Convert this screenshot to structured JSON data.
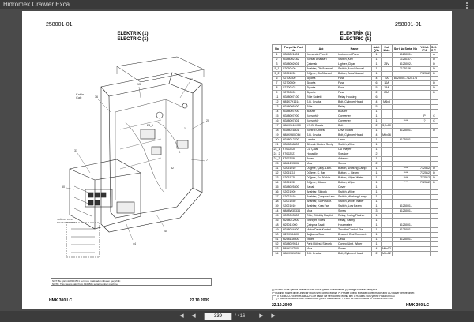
{
  "window": {
    "title": "Hidromek Crawler Exca..."
  },
  "left_page": {
    "doc_number": "258001-01",
    "title_tr": "ELEKTRİK (1)",
    "title_en": "ELECTRIC (1)",
    "cab_label": "Kabin\nCab",
    "note": "NOT: Bu görüntü 8104501 seri nolu makinadan itibaren geçerlidir.\nNOTE: This view is valid from 8104501 serial number machine.",
    "side_note": "SAĞ YAN PANO\nRIGHT SIDE PANEL",
    "footer_model": "HMK 300 LC",
    "footer_date": "22.10.2009"
  },
  "right_page": {
    "doc_number": "258001-01",
    "title_tr": "ELEKTRİK (1)",
    "title_en": "ELECTRIC (1)",
    "headers": [
      "No",
      "Parça No\nPart No",
      "Adı",
      "Name",
      "Adet\nQ'ty",
      "Not\nNote",
      "Seri No\nSerial No",
      "Y. Kul.\nICA",
      "S.K.\nS.C."
    ],
    "rows": [
      [
        "1",
        "H348021801",
        "Kumanda Paneli",
        "Instrument Panel",
        "1",
        "",
        "8125001-",
        "",
        "A"
      ],
      [
        "2",
        "H348002182",
        "Kontak Anahtarı",
        "Switch, Key",
        "1",
        "",
        "7125157-",
        "",
        "D"
      ],
      [
        "3",
        "H348002601",
        "Çakmak",
        "Lighter, Cigar",
        "1",
        "24V",
        "8125002-",
        "",
        "D"
      ],
      [
        "5_1",
        "S2050400",
        "Anahtar, Oto/Manuel",
        "Switch, Auto/Manuel",
        "1",
        "",
        "7125126-",
        "",
        "D"
      ],
      [
        "5_2",
        "S2051230",
        "Düğme, Oto/Manuel",
        "Button, Auto/Manuel",
        "1",
        "",
        "",
        "7125126",
        "D"
      ],
      [
        "6",
        "S2700300",
        "Sigorta",
        "Fuse",
        "4",
        "5A",
        "8125001-7125176",
        "",
        ""
      ],
      [
        "7",
        "S2700500",
        "Sigorta",
        "Fuse",
        "6",
        "10A",
        "",
        "",
        "D"
      ],
      [
        "8",
        "S2700103",
        "Sigorta",
        "Fuse",
        "5",
        "15A",
        "",
        "",
        "D"
      ],
      [
        "9",
        "S2700200",
        "Sigorta",
        "Fuse",
        "2",
        "20A",
        "",
        "",
        "D"
      ],
      [
        "11",
        "H348007100",
        "Röle Soketi",
        "Relay Housing",
        "6",
        "",
        "",
        "",
        ""
      ],
      [
        "12",
        "H81X7X1614",
        "S.B. Cıvata",
        "Bolt, Cylinder Head",
        "4",
        "M4x8",
        "",
        "",
        ""
      ],
      [
        "13",
        "H348005400",
        "Röle",
        "Relay",
        "5",
        "",
        "",
        "",
        ""
      ],
      [
        "14",
        "H348007200",
        "Buzzer",
        "Buzzer",
        "1",
        "",
        "",
        "",
        ""
      ],
      [
        "15",
        "H348007200",
        "Konvertör",
        "Converter",
        "1",
        "",
        "",
        "P",
        "C"
      ],
      [
        "16",
        "H348007301",
        "Konvertör",
        "Converter",
        "1",
        "",
        "****",
        "?",
        "C"
      ],
      [
        "17",
        "H84X1110X00",
        "Y.S.B. Cıvata",
        "Bolt",
        "2",
        "3,5x10",
        "",
        "",
        ""
      ],
      [
        "18",
        "H348016801",
        "Kontrol Ünitesi",
        "Drive Board",
        "1",
        "",
        "8125001-",
        "",
        "D"
      ],
      [
        "19",
        "H84X950 Olld",
        "S.B. Cıvata",
        "Bolt, Cylinder Head",
        "4",
        "M6x16",
        "",
        "",
        ""
      ],
      [
        "20",
        "H348012700",
        "Lamba",
        "Lamp",
        "1",
        "",
        "8125001-",
        "",
        ""
      ],
      [
        "21",
        "H348068800",
        "Silecek Motoru Seviç",
        "Switch, Wiper",
        "1",
        "",
        "",
        "",
        ""
      ],
      [
        "24_1",
        "F7002520",
        "CD Çalar",
        "CD Player",
        "1",
        "",
        "",
        "",
        ""
      ],
      [
        "24_2",
        "F7002521",
        "Hoparlör",
        "Speaker",
        "2",
        "",
        "",
        "",
        ""
      ],
      [
        "24_3",
        "F7002550",
        "Anten",
        "Antenna",
        "1",
        "",
        "",
        "",
        ""
      ],
      [
        "25",
        "H8412X3008",
        "Vida",
        "Screw",
        "2",
        "",
        "",
        "",
        ""
      ],
      [
        "31",
        "S2051010",
        "Düğme, Çalış. Lam.",
        "Button, Working Lamp",
        "1",
        "",
        "****",
        "7125126-",
        "D"
      ],
      [
        "32",
        "S2051110",
        "Düğme, K. Far",
        "Button, L. Beam",
        "1",
        "",
        "****",
        "7125126-",
        "D"
      ],
      [
        "33",
        "S2051120",
        "Düğme, Su Püskür.",
        "Button, Wiper Water",
        "1",
        "",
        "****",
        "7125126-",
        "D"
      ],
      [
        "34",
        "S2051130",
        "Düğme, Silecek",
        "Button, Wiper",
        "1",
        "",
        "****",
        "7125126-",
        "D"
      ],
      [
        "35",
        "H348025300",
        "Kapak",
        "Cover",
        "1",
        "",
        "",
        "",
        ""
      ],
      [
        "36",
        "S2021900",
        "Anahtar, Silecek",
        "Switch, Wiper",
        "1",
        "",
        "",
        "",
        ""
      ],
      [
        "37",
        "S2021910",
        "Anahtar, Çalışma Lam.",
        "Switch, Working Lamp",
        "1",
        "",
        "",
        "",
        ""
      ],
      [
        "38",
        "S2021030",
        "Anahtar, Su Püskür.",
        "Switch, Wiper Water",
        "1",
        "",
        "",
        "",
        ""
      ],
      [
        "39",
        "S2021010",
        "Anahtar, Kısa Far",
        "Switch, Low Beam",
        "1",
        "",
        "8125001-",
        "",
        ""
      ],
      [
        "44",
        "H848W35334",
        "Vida",
        "Screw",
        "3",
        "",
        "8125001-",
        "",
        ""
      ],
      [
        "45",
        "H030003300",
        "Röle, Dördüş Flaşörü",
        "Relay, Swing Flasher",
        "1",
        "",
        "",
        "",
        ""
      ],
      [
        "46",
        "H258012000",
        "Emniyet Rölesi",
        "Relay, Safety",
        "1",
        "",
        "",
        "",
        ""
      ],
      [
        "48",
        "H25011000",
        "Çalışma Saati",
        "Hourmeter",
        "1",
        "",
        "8125001-",
        "",
        ""
      ],
      [
        "49",
        "H348024800",
        "Motor Devir Kontrol",
        "Throttle Control Dial",
        "1",
        "",
        "8125001-",
        "",
        ""
      ],
      [
        "50",
        "H29X184100",
        "Bağlama Sacı",
        "Bracket, Dial Connect.",
        "1",
        "",
        "",
        "",
        ""
      ],
      [
        "51",
        "H258184600",
        "Etiket",
        "Decal",
        "1",
        "",
        "8125001-",
        "",
        ""
      ],
      [
        "52",
        "H348029514",
        "Park Rölesi, Silecek",
        "Control Unit, Wiper",
        "1",
        "",
        "",
        "",
        ""
      ],
      [
        "53",
        "N84X16T100",
        "Vida",
        "Screw",
        "4",
        "M6x12",
        "",
        "",
        ""
      ],
      [
        "54",
        "H84X951 Olld",
        "S.B. Cıvata",
        "Bolt, Cylinder Head",
        "2",
        "M6x12",
        "",
        "",
        ""
      ]
    ],
    "notes": [
      "(*) H348025300 yerine birlikte H348025300 yerine kullanılabilir. (*) Ile ilgili servise danışınız.",
      "(**) Sparky hoses driver-injector uyum seri kontrol ediniz. (*) Please check speaker cover match and CD player before order.",
      "(***) 0 H348012704'ten H348012717'e kadar ise seri kontrol ediniz ile / 0 H348007300 yerine H3482X2033",
      "(****) H348025401A birlikte H348025300 yerine kullanılabilir. / It can be used instead of H348017500 from"
    ],
    "footer_date": "22.10.2009",
    "footer_model": "HMK 300 LC"
  },
  "toolbar": {
    "page_current": "339",
    "page_total": "/ 416"
  }
}
